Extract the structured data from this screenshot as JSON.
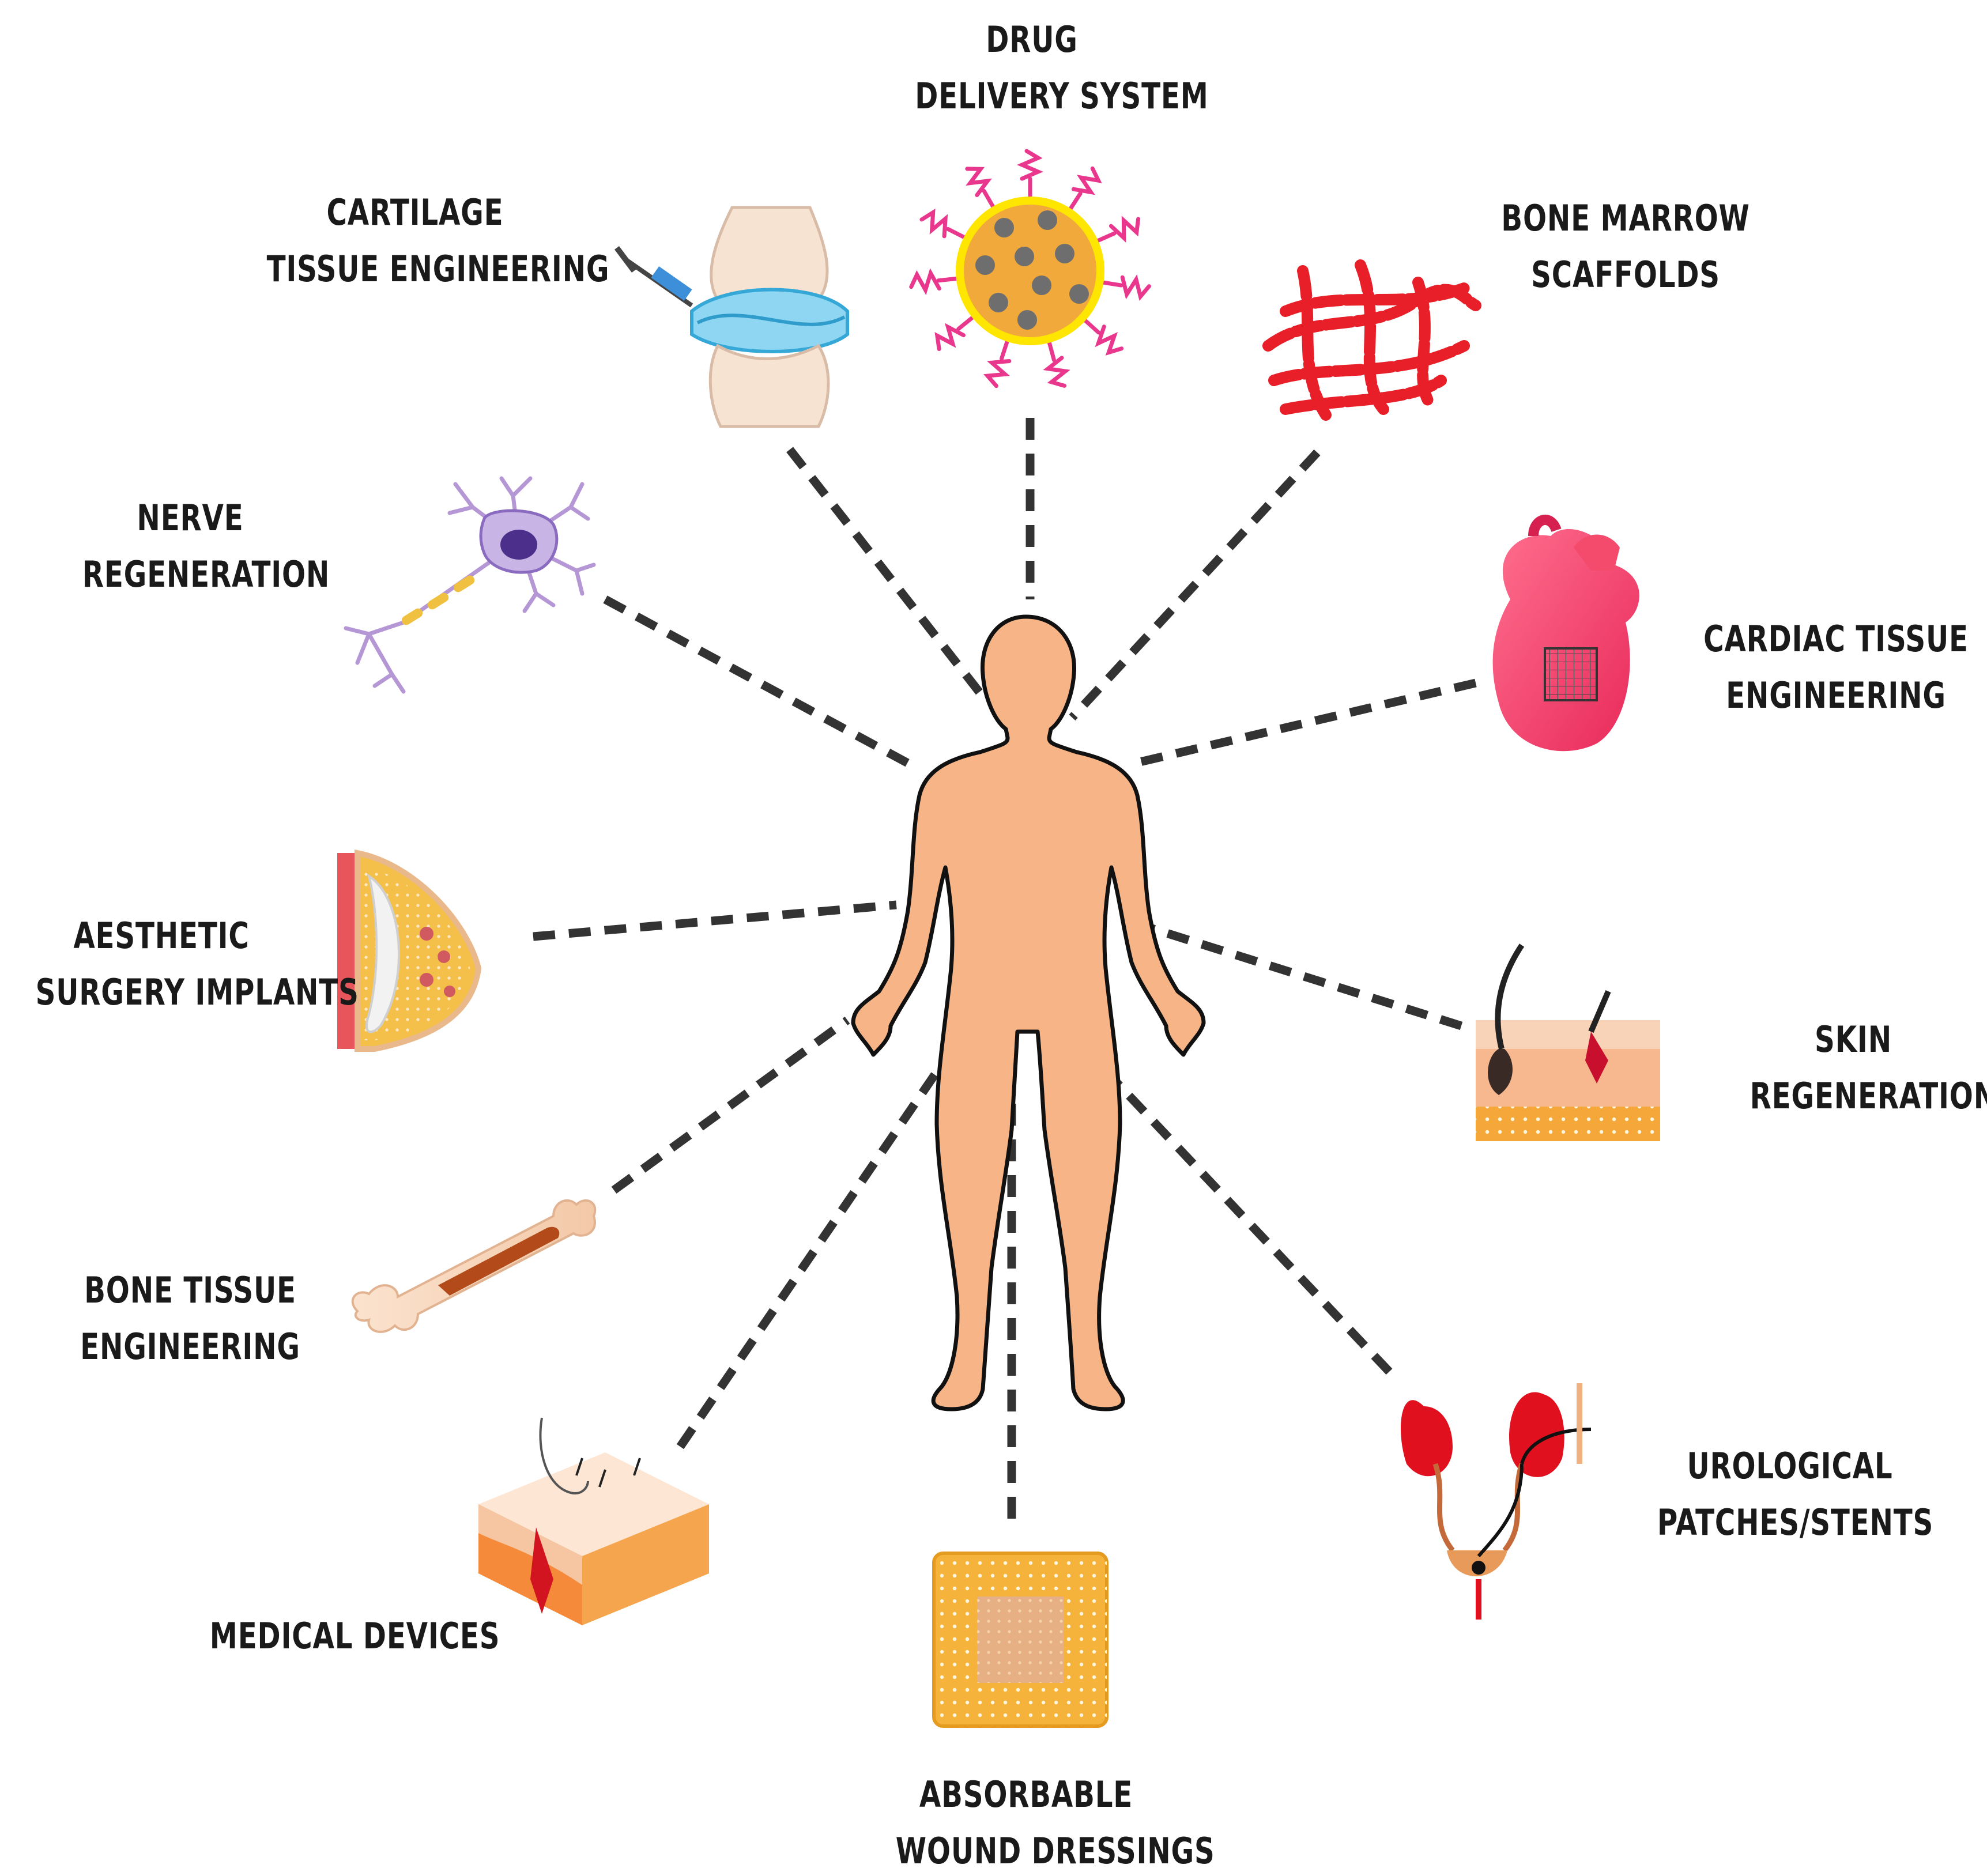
{
  "center": {
    "icon": "human-body-silhouette-icon",
    "fill": "#f7b486",
    "stroke": "#111111"
  },
  "connector_color": "#333333",
  "applications": [
    {
      "id": "drug-delivery-system",
      "icon": "drug-nanoparticle-icon",
      "lines": [
        "DRUG",
        "DELIVERY SYSTEM"
      ]
    },
    {
      "id": "cartilage-tissue-engineering",
      "icon": "knee-joint-injection-icon",
      "lines": [
        "CARTILAGE",
        "TISSUE ENGINEERING"
      ]
    },
    {
      "id": "bone-marrow-scaffolds",
      "icon": "fiber-scaffold-icon",
      "lines": [
        "BONE MARROW",
        "SCAFFOLDS"
      ]
    },
    {
      "id": "nerve-regeneration",
      "icon": "neuron-icon",
      "lines": [
        "NERVE",
        "REGENERATION"
      ]
    },
    {
      "id": "cardiac-tissue-engineering",
      "icon": "heart-patch-icon",
      "lines": [
        "CARDIAC TISSUE",
        "ENGINEERING"
      ]
    },
    {
      "id": "aesthetic-surgery-implants",
      "icon": "breast-implant-icon",
      "lines": [
        "AESTHETIC",
        "SURGERY IMPLANTS"
      ]
    },
    {
      "id": "skin-regeneration",
      "icon": "skin-layers-icon",
      "lines": [
        "SKIN",
        "REGENERATION"
      ]
    },
    {
      "id": "bone-tissue-engineering",
      "icon": "long-bone-icon",
      "lines": [
        "BONE TISSUE",
        "ENGINEERING"
      ]
    },
    {
      "id": "medical-devices",
      "icon": "sutured-skin-icon",
      "lines": [
        "MEDICAL DEVICES"
      ]
    },
    {
      "id": "absorbable-wound-dressings",
      "icon": "wound-dressing-patch-icon",
      "lines": [
        "ABSORBABLE",
        "WOUND DRESSINGS"
      ]
    },
    {
      "id": "urological-patches-stents",
      "icon": "urinary-system-stent-icon",
      "lines": [
        "UROLOGICAL",
        "PATCHES/STENTS"
      ]
    }
  ]
}
